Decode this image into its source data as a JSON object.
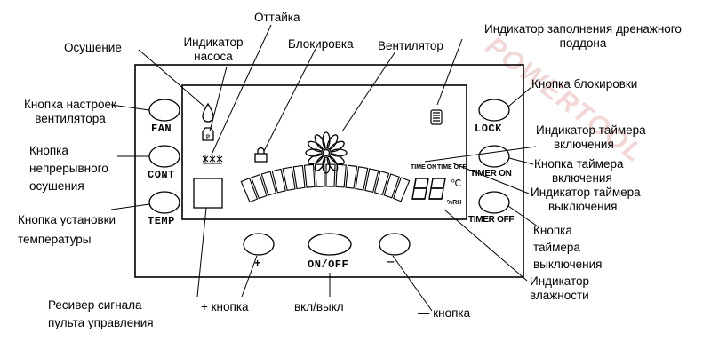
{
  "watermark": "POWERTOOL",
  "labels": {
    "dehumidify": "Осушение",
    "pump_indicator": [
      "Индикатор",
      "насоса"
    ],
    "defrost": "Оттайка",
    "lock_label": "Блокировка",
    "fan_label": "Вентилятор",
    "drain_indicator": [
      "Индикатор заполнения дренажного",
      "поддона"
    ],
    "lock_button": "Кнопка блокировки",
    "fan_settings_button": [
      "Кнопка настроек",
      "вентилятора"
    ],
    "timer_on_indicator": [
      "Индикатор таймера",
      "включения"
    ],
    "continuous_button": [
      "Кнопка",
      "непрерывного",
      "осушения"
    ],
    "timer_on_button": [
      "Кнопка таймера",
      "включения"
    ],
    "timer_off_indicator": [
      "Индикатор таймера",
      "выключения"
    ],
    "temp_button": [
      "Кнопка  установки",
      "температуры"
    ],
    "timer_off_button": [
      "Кнопка",
      "таймера",
      "выключения"
    ],
    "receiver": [
      "Ресивер сигнала",
      "пульта управления"
    ],
    "plus_button": "+ кнопка",
    "power_button": "вкл/выкл",
    "humidity_indicator": [
      "Индикатор",
      "влажности"
    ],
    "minus_button": "— кнопка"
  },
  "buttons": {
    "fan": "FAN",
    "cont": "CONT",
    "temp": "TEMP",
    "lock": "LOCK",
    "timer_on": "TIMER ON",
    "timer_off": "TIMER OFF",
    "plus": "+",
    "on_off": "ON/OFF",
    "minus": "—"
  },
  "display": {
    "time_on": "TIME ON",
    "time_off": "TIME OFF",
    "digits": "88",
    "celsius": "℃",
    "rh": "%RH",
    "pump_glyph": "P"
  }
}
